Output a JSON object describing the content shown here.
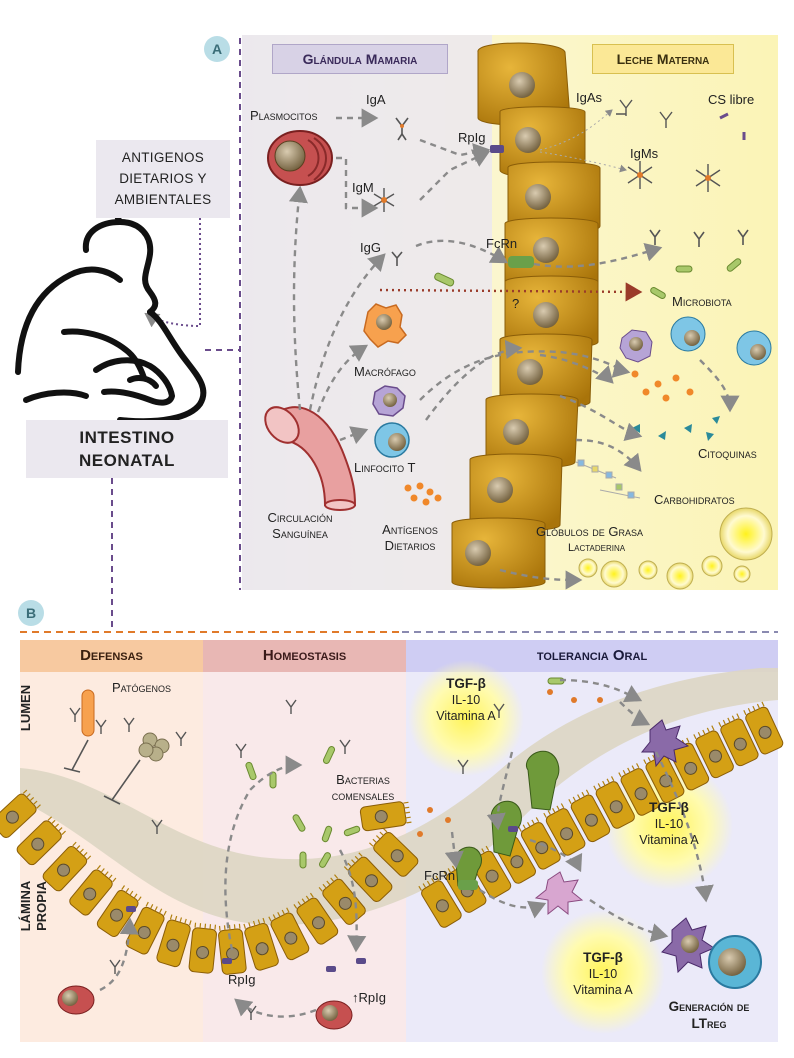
{
  "panel_a": {
    "badge": "A",
    "header_gland": "Glándula Mamaria",
    "header_milk": "Leche Materna",
    "plasmocitos": "Plasmocitos",
    "iga": "IgA",
    "igm": "IgM",
    "igg": "IgG",
    "rpig": "RpIg",
    "fcrn": "FcRn",
    "igas": "IgAs",
    "igms": "IgMs",
    "cs_libre": "CS libre",
    "question": "?",
    "microbiota": "Microbiota",
    "macrofago": "Macrófago",
    "linfocito": "Linfocito T",
    "citoquinas": "Citoquinas",
    "carbohidratos": "Carbohidratos",
    "circulacion_1": "Circulación",
    "circulacion_2": "Sanguínea",
    "antigenos_1": "Antígenos",
    "antigenos_2": "Dietarios",
    "globulos": "Glóbulos de Grasa",
    "lactaderina": "Lactaderina"
  },
  "left": {
    "antigens_1": "ANTIGENOS",
    "antigens_2": "DIETARIOS Y",
    "antigens_3": "AMBIENTALES",
    "intestino_1": "INTESTINO",
    "intestino_2": "NEONATAL"
  },
  "panel_b": {
    "badge": "B",
    "defensas": "Defensas",
    "homeostasis": "Homeostasis",
    "tolerancia": "tolerancia Oral",
    "lumen": "LUMEN",
    "lamina_1": "LÁMINA",
    "lamina_2": "PROPIA",
    "patogenos": "Patógenos",
    "bacterias_1": "Bacterias",
    "bacterias_2": "comensales",
    "rpig_1": "RpIg",
    "rpig_2": "↑RpIg",
    "fcrn": "FcRn",
    "tgf1": {
      "t": "TGF-β",
      "l1": "IL-10",
      "l2": "Vitamina A"
    },
    "tgf2": {
      "t": "TGF-β",
      "l1": "IL-10",
      "l2": "Vitamina A"
    },
    "tgf3": {
      "t": "TGF-β",
      "l1": "IL-10",
      "l2": "Vitamina A"
    },
    "generacion_1": "Generación de",
    "generacion_2": "LTreg"
  },
  "colors": {
    "cell_gold": "#c8920c",
    "gland_bg": "#ebe8ef",
    "milk_bg": "#fbf6c8",
    "defensas": "#f7c9a0",
    "homeostasis": "#e8b7b4",
    "tolerancia": "#cfcdf3",
    "accent_purple": "#6a4c8c",
    "accent_orange": "#e07a2a"
  }
}
